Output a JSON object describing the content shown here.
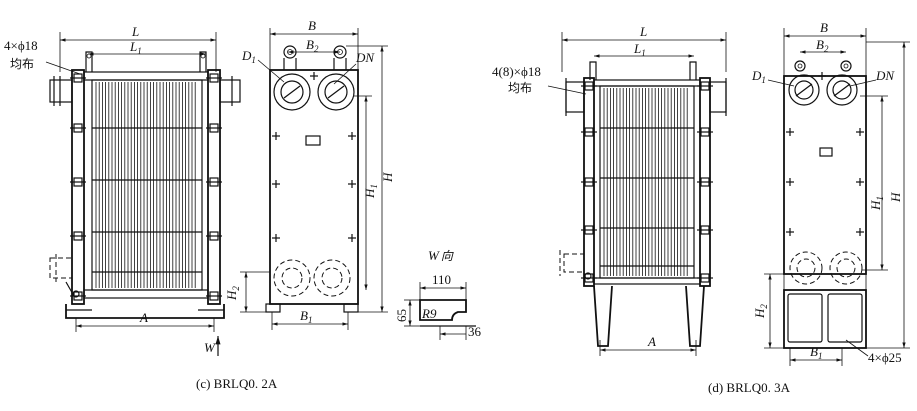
{
  "left_drawing": {
    "caption": "(c)  BRLQ0. 2A",
    "dims": {
      "L": "L",
      "L1": "L",
      "L1_sub": "1",
      "B": "B",
      "B2": "B",
      "B2_sub": "2",
      "D1": "D",
      "D1_sub": "1",
      "DN": "DN",
      "H": "H",
      "H1": "H",
      "H1_sub": "1",
      "H2": "H",
      "H2_sub": "2",
      "A": "A",
      "B1": "B",
      "B1_sub": "1"
    },
    "hole_note_1": "4×ϕ18",
    "hole_note_2": "均布",
    "view_arrow": "W",
    "w_view": {
      "title_W": "W",
      "title_cn": "向",
      "d110": "110",
      "d65": "65",
      "r9": "R9",
      "d36": "36"
    }
  },
  "right_drawing": {
    "caption": "(d)  BRLQ0. 3A",
    "dims": {
      "L": "L",
      "L1": "L",
      "L1_sub": "1",
      "B": "B",
      "B2": "B",
      "B2_sub": "2",
      "D1": "D",
      "D1_sub": "1",
      "DN": "DN",
      "H": "H",
      "H1": "H",
      "H1_sub": "1",
      "H2": "H",
      "H2_sub": "2",
      "A": "A",
      "B1": "B",
      "B1_sub": "1"
    },
    "hole_note_1": "4(8)×ϕ18",
    "hole_note_2": "均布",
    "bolt_note": "4×ϕ25"
  }
}
